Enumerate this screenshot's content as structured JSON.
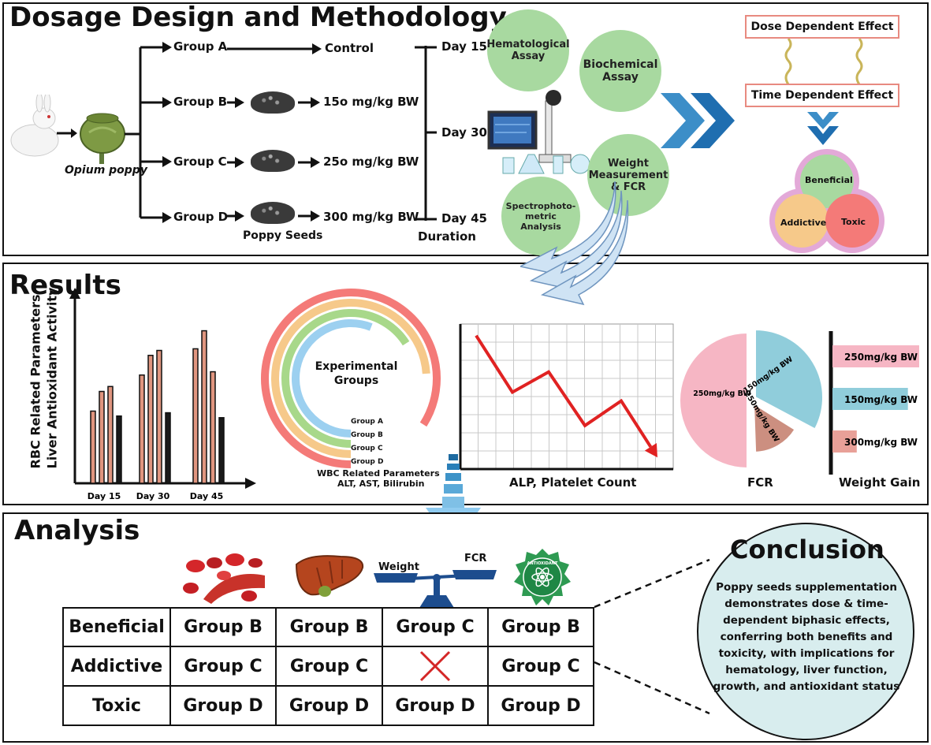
{
  "sections": {
    "methodology": {
      "title": "Dosage Design and Methodology",
      "plant_label": "Opium poppy",
      "seeds_label": "Poppy Seeds",
      "groups": [
        {
          "name": "Group A",
          "dose": "Control"
        },
        {
          "name": "Group B",
          "dose": "15o mg/kg BW"
        },
        {
          "name": "Group C",
          "dose": "25o mg/kg BW"
        },
        {
          "name": "Group D",
          "dose": "300 mg/kg BW"
        }
      ],
      "days": [
        "Day 15",
        "Day 30",
        "Day 45"
      ],
      "duration_label": "Duration",
      "assays": {
        "hematological": "Hematological Assay",
        "biochemical": "Biochemical Assay",
        "weight": "Weight Measurement & FCR",
        "spectro": "Spectrophoto-metric Analysis"
      },
      "effects": {
        "dose": "Dose Dependent Effect",
        "time": "Time Dependent Effect",
        "beneficial": "Beneficial",
        "addictive": "Addictive",
        "toxic": "Toxic"
      }
    },
    "results": {
      "title": "Results",
      "bar_ylabel_1": "RBC Related Parameters",
      "bar_ylabel_2": "Liver Antioxidant Activity",
      "radial_center": "Experimental Groups",
      "radial_caption_1": "WBC Related Parameters",
      "radial_caption_2": "ALT, AST, Bilirubin",
      "line_caption": "ALP, Platelet Count",
      "pie_caption": "FCR",
      "hbar_caption": "Weight Gain"
    },
    "analysis": {
      "title": "Analysis",
      "scale_left": "Weight",
      "scale_right": "FCR",
      "badge_text": "ANTIOXIDANT",
      "rows": [
        {
          "label": "Beneficial",
          "cells": [
            "Group B",
            "Group B",
            "Group C",
            "Group B"
          ]
        },
        {
          "label": "Addictive",
          "cells": [
            "Group C",
            "Group C",
            "",
            "Group C"
          ]
        },
        {
          "label": "Toxic",
          "cells": [
            "Group D",
            "Group D",
            "Group D",
            "Group D"
          ]
        }
      ],
      "conclusion_title": "Conclusion",
      "conclusion_text": "Poppy seeds supplementation demonstrates dose & time-dependent biphasic effects, conferring both benefits and toxicity, with implications for hematology, liver function, growth, and antioxidant status"
    }
  },
  "chart_data": [
    {
      "type": "bar",
      "categories": [
        "Day 15",
        "Day 30",
        "Day 45"
      ],
      "series": [
        {
          "values": [
            4.4,
            6.6,
            8.2
          ]
        },
        {
          "values": [
            5.6,
            7.8,
            9.3
          ]
        },
        {
          "values": [
            5.9,
            8.1,
            6.8
          ]
        },
        {
          "values": [
            4.1,
            4.3,
            4.0
          ]
        }
      ],
      "ylabel": "RBC Related Parameters Liver Antioxidant Activity",
      "ylim": [
        0,
        10
      ],
      "colors": [
        "#e0957f",
        "#e0957f",
        "#e0957f",
        "#1a1a1a"
      ]
    },
    {
      "type": "radial_bar",
      "categories": [
        "Group A",
        "Group B",
        "Group C",
        "Group D"
      ],
      "values": [
        0.56,
        0.66,
        0.74,
        0.84
      ],
      "colors": [
        "#9cd0f0",
        "#a8d88a",
        "#f6c98a",
        "#f47a78"
      ]
    },
    {
      "type": "line",
      "x": [
        1,
        2,
        3,
        4,
        5,
        6
      ],
      "values": [
        9.2,
        5.3,
        6.7,
        3.0,
        4.7,
        0.8
      ],
      "xlabel": "ALP, Platelet Count",
      "ylim": [
        0,
        10
      ],
      "grid": true,
      "color": "#e02222"
    },
    {
      "type": "pie",
      "labels": [
        "250mg/kg BW",
        "150mg/kg BW",
        "250mg/kg BW"
      ],
      "values": [
        50,
        33,
        17
      ],
      "colors": [
        "#f6b6c4",
        "#90cddb",
        "#cc8f80"
      ],
      "xlabel": "FCR"
    },
    {
      "type": "bar",
      "orientation": "horizontal",
      "categories": [
        "250mg/kg BW",
        "150mg/kg BW",
        "300mg/kg BW"
      ],
      "values": [
        100,
        87,
        28
      ],
      "colors": [
        "#f6b6c4",
        "#90cddb",
        "#e8a098"
      ],
      "xlabel": "Weight Gain"
    }
  ]
}
